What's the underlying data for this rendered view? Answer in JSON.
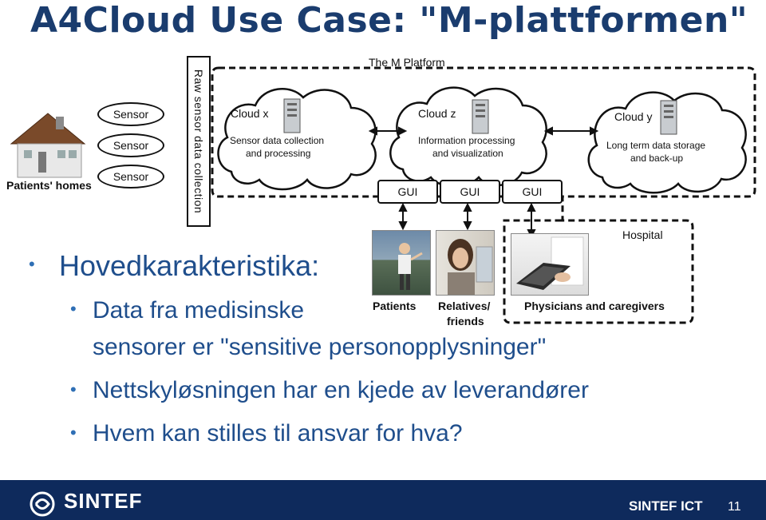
{
  "slide": {
    "title": "A4Cloud Use Case: \"M-plattformen\"",
    "page_number": "11",
    "footer_brand": "SINTEF ICT",
    "logo_text": "SINTEF"
  },
  "diagram": {
    "platform_title": "The M Platform",
    "patients_homes": "Patients' homes",
    "sensors": [
      "Sensor",
      "Sensor",
      "Sensor"
    ],
    "raw_sensor": "Raw sensor data collection",
    "clouds": [
      {
        "name": "Cloud x",
        "line1": "Sensor data collection",
        "line2": "and processing"
      },
      {
        "name": "Cloud z",
        "line1": "Information processing",
        "line2": "and visualization"
      },
      {
        "name": "Cloud y",
        "line1": "Long term data storage",
        "line2": "and back-up"
      }
    ],
    "gui_labels": [
      "GUI",
      "GUI",
      "GUI"
    ],
    "hospital": "Hospital",
    "patients": "Patients",
    "relatives_line1": "Relatives/",
    "relatives_line2": "friends",
    "physicians": "Physicians and caregivers"
  },
  "bullets": {
    "main": "Hovedkarakteristika:",
    "sub1_line1": "Data fra medisinske",
    "sub1_line2": "sensorer er \"sensitive personopplysninger\"",
    "sub2": "Nettskyløsningen har en kjede av leverandører",
    "sub3": "Hvem kan stilles til ansvar for hva?"
  },
  "colors": {
    "title": "#1a3c6e",
    "bullet_text": "#1f4e8c",
    "footer": "#0e2a5c"
  },
  "icons": [
    "house-icon",
    "server-icon",
    "sintef-logo-icon"
  ]
}
